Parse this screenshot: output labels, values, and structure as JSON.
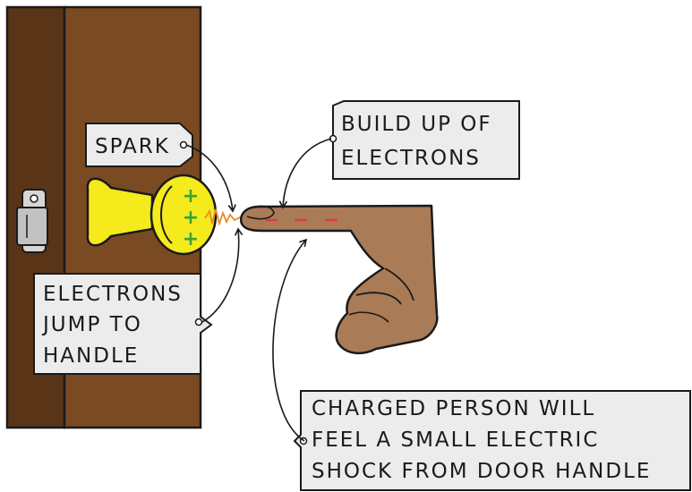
{
  "labels": {
    "spark": [
      "SPARK"
    ],
    "build_up": [
      "BUILD UP OF",
      "ELECTRONS"
    ],
    "jump": [
      "ELECTRONS",
      "JUMP TO",
      "HANDLE"
    ],
    "shock": [
      "CHARGED PERSON WILL",
      "FEEL A SMALL ELECTRIC",
      "SHOCK FROM DOOR HANDLE"
    ]
  },
  "charges": {
    "handle_symbol": "+",
    "handle_count": 3,
    "finger_symbol": "–",
    "finger_count": 3
  },
  "colors": {
    "door_dark": "#5a3416",
    "door_light": "#7a4a22",
    "handle": "#f4ea1c",
    "plus": "#3aa335",
    "minus": "#e23b3b",
    "hand": "#a97b56",
    "tag_fill": "#ececec",
    "spark": "#e88a2a"
  },
  "icons": [
    "lock-plate-icon",
    "arrow-icon"
  ]
}
